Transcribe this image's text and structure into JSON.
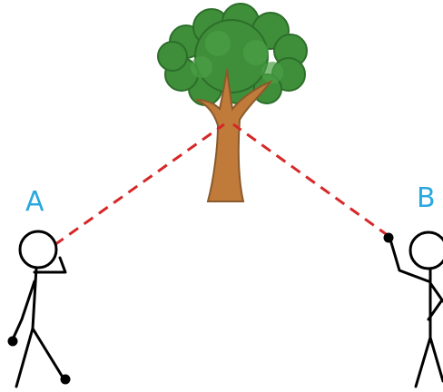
{
  "diagram": {
    "nodes": [
      {
        "id": "tree",
        "type": "tree"
      },
      {
        "id": "A",
        "type": "person",
        "label": "A"
      },
      {
        "id": "B",
        "type": "person",
        "label": "B"
      }
    ],
    "edges": [
      {
        "from": "A",
        "to": "tree",
        "style": "dashed",
        "color": "#d62728"
      },
      {
        "from": "B",
        "to": "tree",
        "style": "dashed",
        "color": "#d62728"
      }
    ],
    "colors": {
      "label": "#29a8e0",
      "line": "#d62728",
      "foliage": "#3f8f3a",
      "foliage_dark": "#2c6e2a",
      "trunk": "#c07a3a"
    }
  }
}
